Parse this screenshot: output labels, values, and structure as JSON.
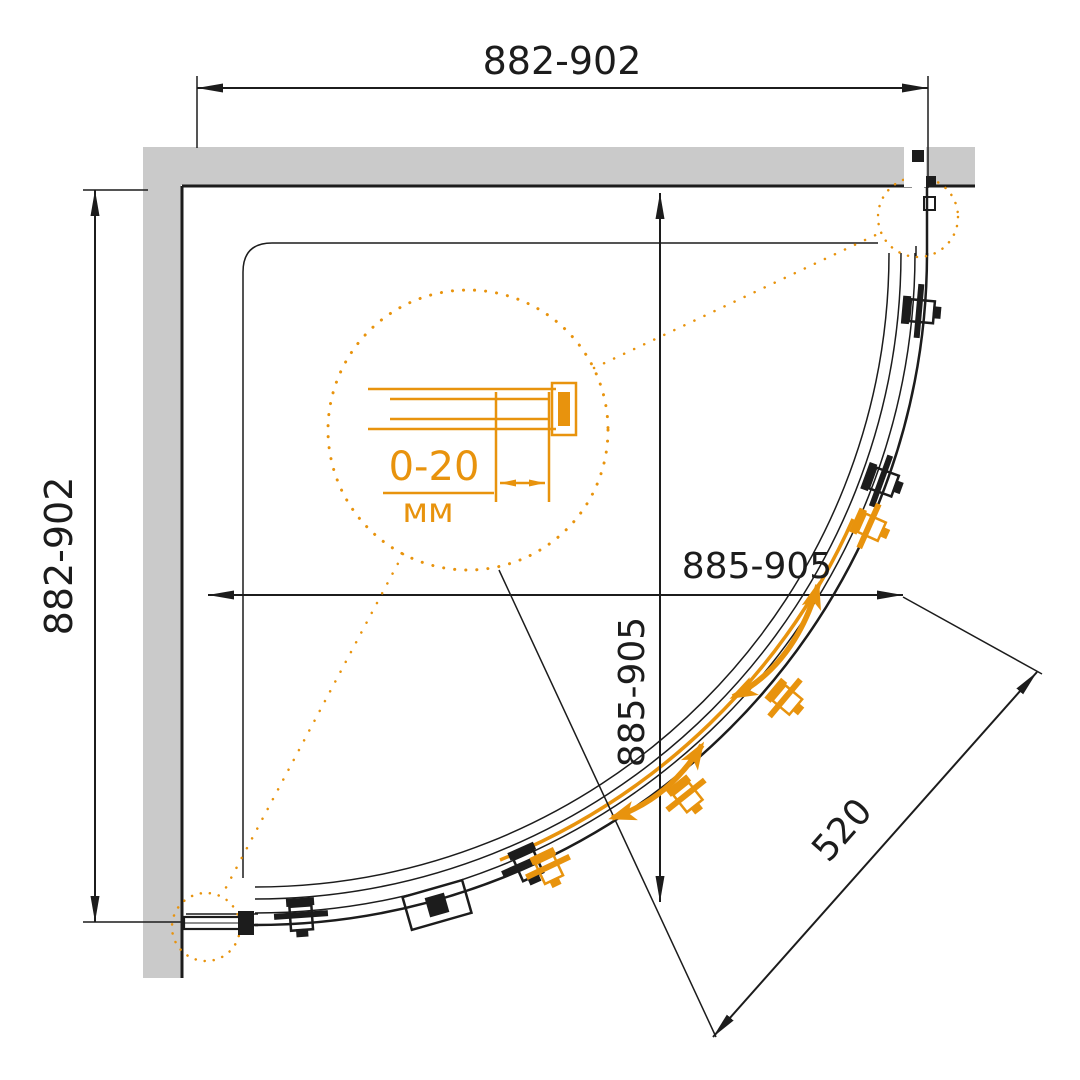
{
  "colors": {
    "accent": "#E8930D",
    "line": "#1C1C1C",
    "wall": "#CACACA",
    "bg": "#FFFFFF"
  },
  "dims": {
    "top_width": "882-902",
    "left_height": "882-902",
    "inner_width": "885-905",
    "inner_height": "885-905",
    "entry_diagonal": "520"
  },
  "detail": {
    "adjustment_range": "0-20",
    "adjustment_unit": "мм"
  }
}
